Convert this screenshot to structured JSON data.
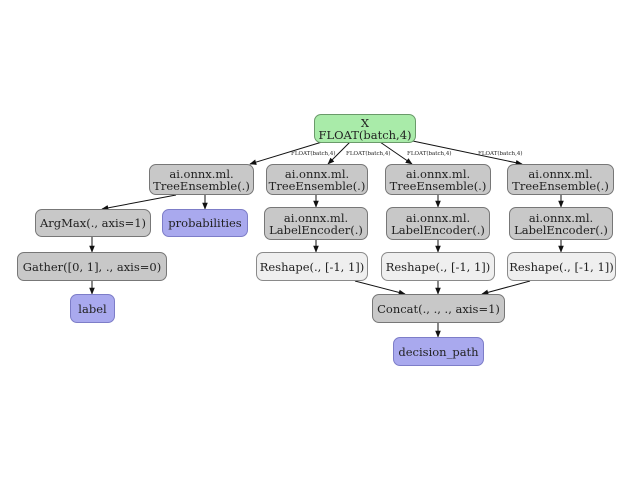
{
  "input": {
    "line1": "X",
    "line2": "FLOAT(batch,4)"
  },
  "edge_label": "FLOAT(batch,4)",
  "trees": [
    {
      "line1": "ai.onnx.ml.",
      "line2": "TreeEnsemble(.)"
    },
    {
      "line1": "ai.onnx.ml.",
      "line2": "TreeEnsemble(.)"
    },
    {
      "line1": "ai.onnx.ml.",
      "line2": "TreeEnsemble(.)"
    },
    {
      "line1": "ai.onnx.ml.",
      "line2": "TreeEnsemble(.)"
    }
  ],
  "argmax": "ArgMax(., axis=1)",
  "probabilities": "probabilities",
  "gather": "Gather([0, 1], ., axis=0)",
  "label": "label",
  "encoders": [
    {
      "line1": "ai.onnx.ml.",
      "line2": "LabelEncoder(.)"
    },
    {
      "line1": "ai.onnx.ml.",
      "line2": "LabelEncoder(.)"
    },
    {
      "line1": "ai.onnx.ml.",
      "line2": "LabelEncoder(.)"
    }
  ],
  "reshapes": [
    "Reshape(., [-1, 1])",
    "Reshape(., [-1, 1])",
    "Reshape(., [-1, 1])"
  ],
  "concat": "Concat(., ., ., axis=1)",
  "decision_path": "decision_path",
  "colors": {
    "operator": "#c8c8c8",
    "reshape": "#efefef",
    "input": "#a9eba9",
    "output": "#a9a9ee"
  }
}
